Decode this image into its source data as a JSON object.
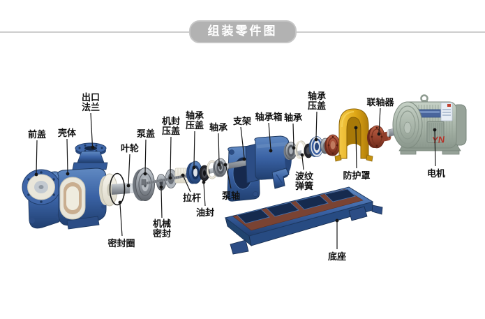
{
  "header": {
    "title": "组装零件图",
    "badge_color": "#b2b2b2",
    "line_color": "#cdcdcd",
    "text_color": "#ffffff"
  },
  "diagram": {
    "labels": [
      {
        "id": "front-cover",
        "lines": [
          "前盖"
        ]
      },
      {
        "id": "casing",
        "lines": [
          "壳体"
        ]
      },
      {
        "id": "outlet-flange",
        "lines": [
          "出口",
          "法兰"
        ]
      },
      {
        "id": "impeller",
        "lines": [
          "叶轮"
        ]
      },
      {
        "id": "pump-cover",
        "lines": [
          "泵盖"
        ]
      },
      {
        "id": "mech-seal-gland",
        "lines": [
          "机封",
          "压盖"
        ]
      },
      {
        "id": "bearing-gland-front",
        "lines": [
          "轴承",
          "压盖"
        ]
      },
      {
        "id": "bearing-front",
        "lines": [
          "轴承"
        ]
      },
      {
        "id": "bracket",
        "lines": [
          "支架"
        ]
      },
      {
        "id": "bearing-housing",
        "lines": [
          "轴承箱"
        ]
      },
      {
        "id": "bearing-rear",
        "lines": [
          "轴承"
        ]
      },
      {
        "id": "bearing-gland-rear",
        "lines": [
          "轴承",
          "压盖"
        ]
      },
      {
        "id": "coupling",
        "lines": [
          "联轴器"
        ]
      },
      {
        "id": "motor",
        "lines": [
          "电机"
        ]
      },
      {
        "id": "guard",
        "lines": [
          "防护罩"
        ]
      },
      {
        "id": "wave-spring",
        "lines": [
          "波纹",
          "弹簧"
        ]
      },
      {
        "id": "pump-shaft",
        "lines": [
          "泵轴"
        ]
      },
      {
        "id": "tie-rod",
        "lines": [
          "拉杆"
        ]
      },
      {
        "id": "oil-seal",
        "lines": [
          "油封"
        ]
      },
      {
        "id": "mechanical-seal",
        "lines": [
          "机械",
          "密封"
        ]
      },
      {
        "id": "seal-ring",
        "lines": [
          "密封圈"
        ]
      },
      {
        "id": "base",
        "lines": [
          "底座"
        ]
      }
    ],
    "motor_brand": "YN",
    "colors": {
      "part_blue": "#3a62a4",
      "part_blue_dark": "#1f3c6b",
      "lining_white": "#e9e6da",
      "metal_gray": "#949aa2",
      "seal_black": "#23242a",
      "guard_yellow": "#e0a816",
      "coupling_red": "#9a452f",
      "motor_gray_green": "#a7b4a8",
      "base_recess_brown": "#7a4333",
      "leader_line": "#161616"
    }
  }
}
